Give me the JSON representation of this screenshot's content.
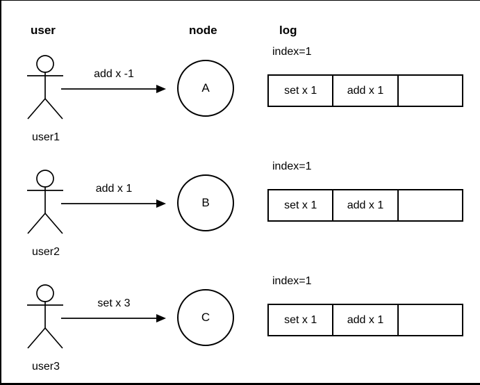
{
  "colors": {
    "ink": "#000000",
    "background": "#ffffff"
  },
  "headers": {
    "user": "user",
    "node": "node",
    "log": "log"
  },
  "rows": [
    {
      "user_label": "user1",
      "message": "add x -1",
      "node": "A",
      "log": {
        "index_label": "index=1",
        "cells": [
          "set x 1",
          "add x 1",
          ""
        ]
      }
    },
    {
      "user_label": "user2",
      "message": "add x 1",
      "node": "B",
      "log": {
        "index_label": "index=1",
        "cells": [
          "set x 1",
          "add x 1",
          ""
        ]
      }
    },
    {
      "user_label": "user3",
      "message": "set x 3",
      "node": "C",
      "log": {
        "index_label": "index=1",
        "cells": [
          "set x 1",
          "add x 1",
          ""
        ]
      }
    }
  ]
}
